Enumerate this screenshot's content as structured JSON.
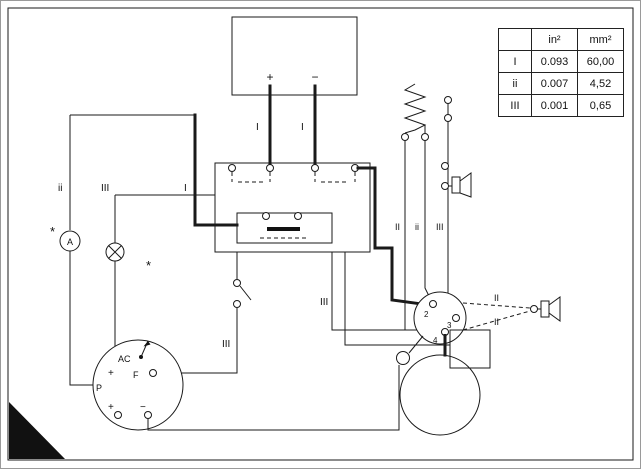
{
  "colors": {
    "ink": "#1a1a1a",
    "paper": "#ffffff"
  },
  "battery": {
    "plus": "+",
    "minus": "−"
  },
  "wires": {
    "battery_left_gauge": "I",
    "battery_right_gauge": "I",
    "left_vertical_gauge": "ii",
    "lamp_wire_gauge": "III",
    "feed_wire_gauge": "I",
    "col_II": "II",
    "col_ii": "ii",
    "col_III": "III",
    "relay_out_gauge": "III",
    "switch_wire_gauge": "III",
    "horn_upper_gauge": "II",
    "horn_lower_gauge": "II"
  },
  "ammeter": {
    "label": "A"
  },
  "asterisk_left": "*",
  "asterisk_mid": "*",
  "generator": {
    "ac": "AC",
    "plus_top": "+",
    "field": "F",
    "p": "P",
    "plus": "+",
    "minus": "−"
  },
  "connector": {
    "pin2": "2",
    "pin3": "3",
    "pin4": "4"
  },
  "table": {
    "headers": {
      "col1": "",
      "in2": "in²",
      "mm2": "mm²"
    },
    "rows": [
      {
        "gauge": "I",
        "in2": "0.093",
        "mm2": "60,00"
      },
      {
        "gauge": "ii",
        "in2": "0.007",
        "mm2": "4,52"
      },
      {
        "gauge": "III",
        "in2": "0.001",
        "mm2": "0,65"
      }
    ]
  }
}
